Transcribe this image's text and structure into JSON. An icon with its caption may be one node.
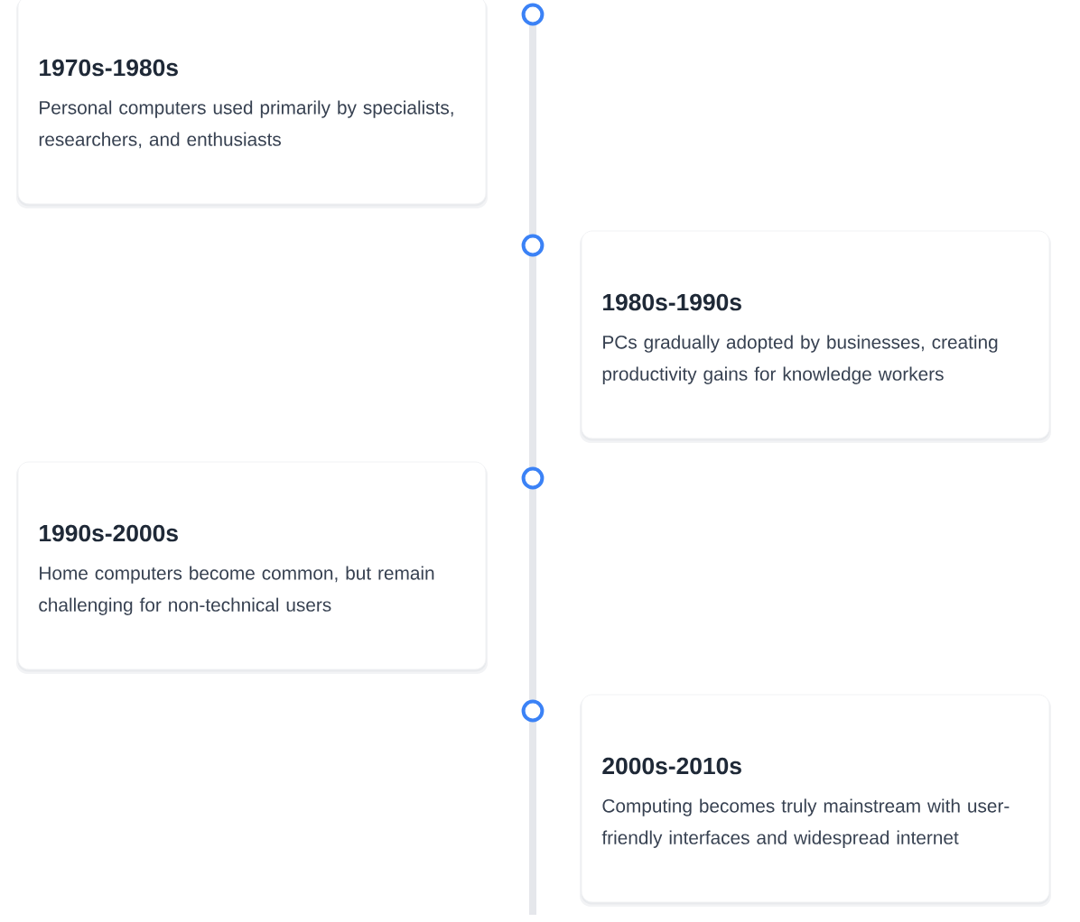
{
  "diagram": {
    "nodes": [
      {
        "text": [
          "1970s-1980s",
          "Personal computers used primarily by specialists, researchers, and enthusiasts"
        ]
      },
      {
        "text": [
          "1980s-1990s",
          "PCs gradually adopted by businesses, creating productivity gains for knowledge workers"
        ]
      },
      {
        "text": [
          "1990s-2000s",
          "Home computers become common, but remain challenging for non-technical users"
        ]
      },
      {
        "text": [
          "2000s-2010s",
          "Computing becomes truly mainstream with user-friendly interfaces and widespread internet"
        ]
      }
    ]
  }
}
